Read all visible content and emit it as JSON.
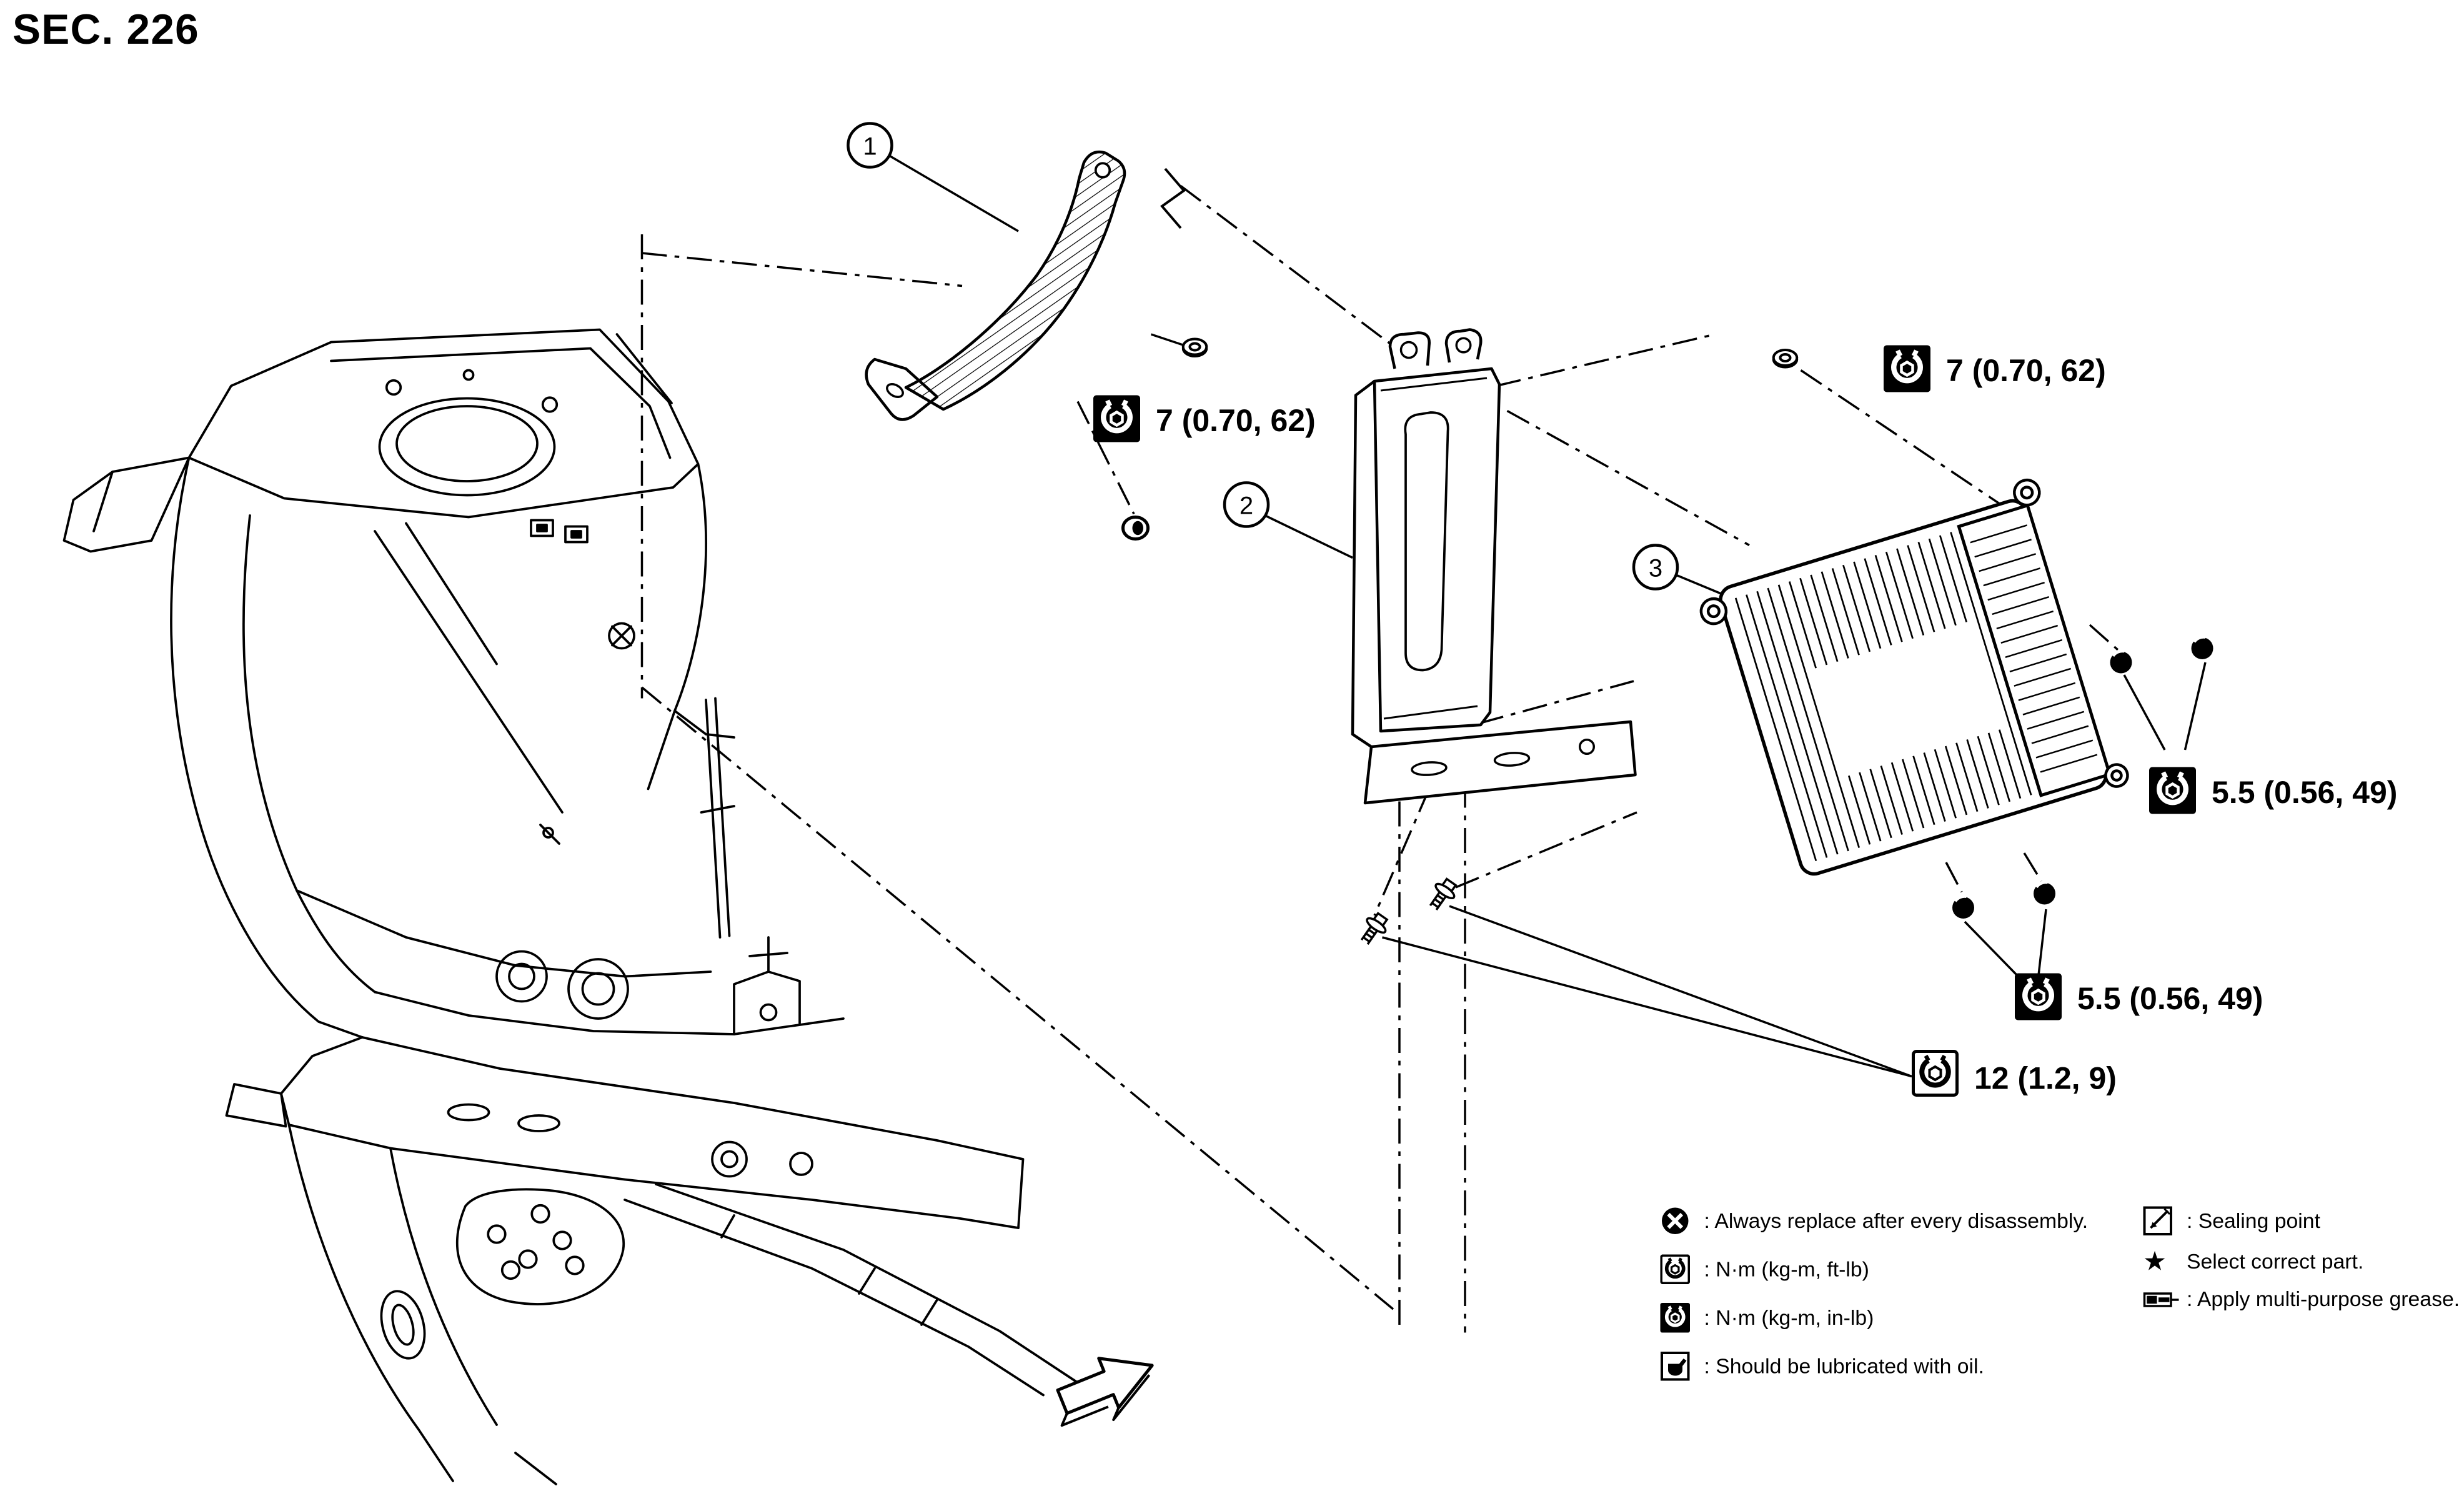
{
  "title": "SEC. 226",
  "diagram": {
    "callouts": [
      {
        "id": "1"
      },
      {
        "id": "2"
      },
      {
        "id": "3"
      }
    ],
    "torques": [
      {
        "value": "7 (0.70, 62)"
      },
      {
        "value": "7 (0.70, 62)"
      },
      {
        "value": "5.5 (0.56, 49)"
      },
      {
        "value": "5.5 (0.56, 49)"
      },
      {
        "value": "12 (1.2, 9)"
      }
    ]
  },
  "legend": {
    "items_left": [
      {
        "icon": "always-replace-icon",
        "text": ": Always replace after every disassembly."
      },
      {
        "icon": "torque-ftlb-icon",
        "text": ": N·m (kg-m, ft-lb)"
      },
      {
        "icon": "torque-inlb-icon",
        "text": ": N·m (kg-m, in-lb)"
      },
      {
        "icon": "lubricate-oil-icon",
        "text": ": Should be lubricated with oil."
      }
    ],
    "items_right": [
      {
        "icon": "sealing-point-icon",
        "text": ": Sealing point"
      },
      {
        "icon": "select-part-star-icon",
        "text": "Select correct part."
      },
      {
        "icon": "grease-icon",
        "text": ": Apply multi-purpose grease."
      }
    ]
  }
}
